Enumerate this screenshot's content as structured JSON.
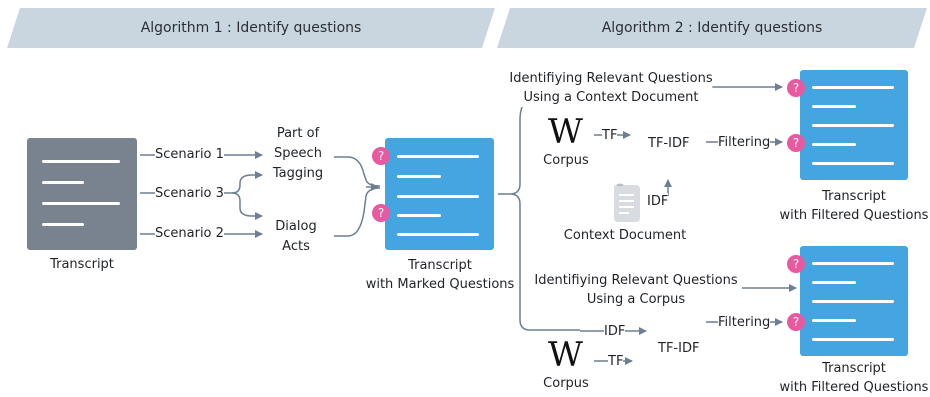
{
  "banners": {
    "alg1": "Algorithm 1 : Identify questions",
    "alg2": "Algorithm 2 : Identify questions"
  },
  "left": {
    "transcript": "Transcript",
    "scenario1": "Scenario 1",
    "scenario3": "Scenario 3",
    "scenario2": "Scenario 2",
    "pos_line1": "Part of",
    "pos_line2": "Speech",
    "pos_line3": "Tagging",
    "dialog_line1": "Dialog",
    "dialog_line2": "Acts",
    "marked_line1": "Transcript",
    "marked_line2": "with Marked Questions"
  },
  "top_branch": {
    "title_line1": "Identifiying Relevant Questions",
    "title_line2": "Using a Context Document",
    "wiki_glyph": "W",
    "corpus": "Corpus",
    "tf": "TF",
    "tfidf": "TF-IDF",
    "filtering": "Filtering",
    "idf": "IDF",
    "context_doc": "Context Document",
    "out_line1": "Transcript",
    "out_line2": "with Filtered Questions"
  },
  "bottom_branch": {
    "title_line1": "Identifiying Relevant Questions",
    "title_line2": "Using a Corpus",
    "idf": "IDF",
    "tf": "TF",
    "tfidf": "TF-IDF",
    "filtering": "Filtering",
    "wiki_glyph": "W",
    "corpus": "Corpus",
    "out_line1": "Transcript",
    "out_line2": "with Filtered Questions"
  },
  "badge_glyph": "?",
  "colors": {
    "banner": "#c9d6df",
    "doc_gray": "#78838f",
    "doc_blue": "#45a5e0",
    "badge_pink": "#e75a9f",
    "arrow": "#6d7f94"
  }
}
